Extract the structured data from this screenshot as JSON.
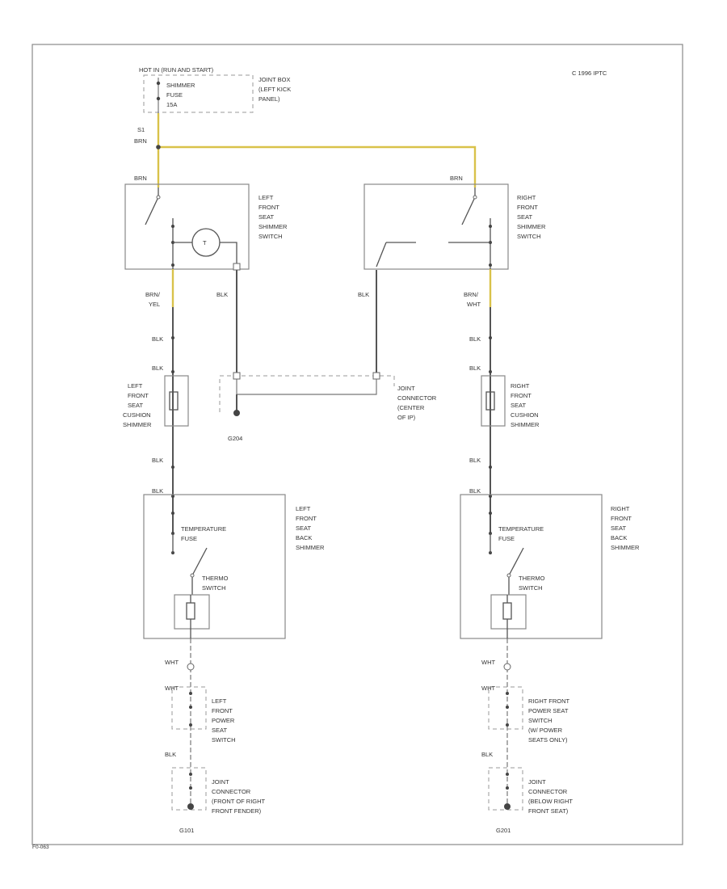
{
  "copyright": "C 1996 IPTC",
  "page_ref": "F0-063",
  "fuse_block": {
    "header": "HOT IN (RUN AND START)",
    "fuse_lines": [
      "SHIMMER",
      "FUSE",
      "15A"
    ],
    "location_lines": [
      "JOINT BOX",
      "(LEFT KICK",
      "PANEL)"
    ]
  },
  "splice": {
    "id": "S1",
    "wire": "BRN"
  },
  "left_switch": {
    "name_lines": [
      "LEFT",
      "FRONT",
      "SEAT",
      "SHIMMER",
      "SWITCH"
    ],
    "in_wire": "BRN",
    "out_wire_lines": [
      "BRN/",
      "YEL"
    ],
    "ground_wire": "BLK"
  },
  "right_switch": {
    "name_lines": [
      "RIGHT",
      "FRONT",
      "SEAT",
      "SHIMMER",
      "SWITCH"
    ],
    "in_wire": "BRN",
    "out_wire_lines": [
      "BRN/",
      "WHT"
    ],
    "ground_wire": "BLK"
  },
  "left_cushion": {
    "name_lines": [
      "LEFT",
      "FRONT",
      "SEAT",
      "CUSHION",
      "SHIMMER"
    ],
    "wire_above_1": "BLK",
    "wire_above_2": "BLK",
    "wire_below_1": "BLK",
    "wire_below_2": "BLK"
  },
  "right_cushion": {
    "name_lines": [
      "RIGHT",
      "FRONT",
      "SEAT",
      "CUSHION",
      "SHIMMER"
    ],
    "wire_above_1": "BLK",
    "wire_above_2": "BLK",
    "wire_below_1": "BLK",
    "wire_below_2": "BLK"
  },
  "center_joint": {
    "label_lines": [
      "JOINT",
      "CONNECTOR",
      "(CENTER",
      "OF IP)"
    ],
    "ground": "G204"
  },
  "left_back": {
    "name_lines": [
      "LEFT",
      "FRONT",
      "SEAT",
      "BACK",
      "SHIMMER"
    ],
    "temp_fuse_lines": [
      "TEMPERATURE",
      "FUSE"
    ],
    "thermo_lines": [
      "THERMO",
      "SWITCH"
    ]
  },
  "right_back": {
    "name_lines": [
      "RIGHT",
      "FRONT",
      "SEAT",
      "BACK",
      "SHIMMER"
    ],
    "temp_fuse_lines": [
      "TEMPERATURE",
      "FUSE"
    ],
    "thermo_lines": [
      "THERMO",
      "SWITCH"
    ]
  },
  "left_bottom": {
    "wire_1": "WHT",
    "wire_2": "WHT",
    "wire_3": "BLK",
    "power_switch_lines": [
      "LEFT",
      "FRONT",
      "POWER",
      "SEAT",
      "SWITCH"
    ],
    "joint_lines": [
      "JOINT",
      "CONNECTOR",
      "(FRONT OF RIGHT",
      "FRONT FENDER)"
    ],
    "ground": "G101"
  },
  "right_bottom": {
    "wire_1": "WHT",
    "wire_2": "WHT",
    "wire_3": "BLK",
    "power_switch_lines": [
      "RIGHT FRONT",
      "POWER SEAT",
      "SWITCH",
      "(W/ POWER",
      "SEATS ONLY)"
    ],
    "joint_lines": [
      "JOINT",
      "CONNECTOR",
      "(BELOW RIGHT",
      "FRONT SEAT)"
    ],
    "ground": "G201"
  },
  "colors": {
    "wire_yellow": "#d9c24a",
    "wire": "#555555",
    "frame": "#888888"
  }
}
